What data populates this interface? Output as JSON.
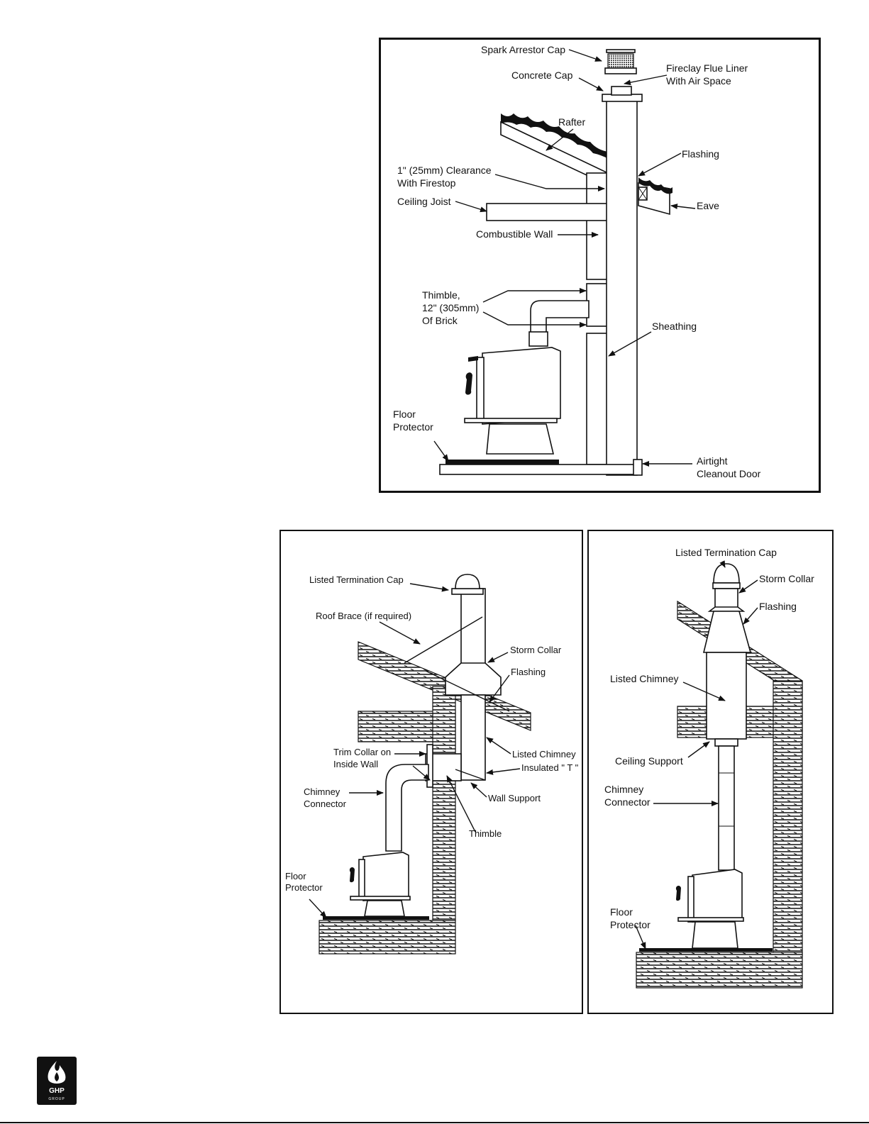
{
  "top_diagram": {
    "labels": {
      "spark_arrestor_cap": "Spark Arrestor Cap",
      "concrete_cap": "Concrete Cap",
      "fireclay_line1": "Fireclay Flue Liner",
      "fireclay_line2": "With Air Space",
      "rafter": "Rafter",
      "flashing": "Flashing",
      "clearance_line1": "1\" (25mm) Clearance",
      "clearance_line2": "With Firestop",
      "ceiling_joist": "Ceiling Joist",
      "eave": "Eave",
      "combustible_wall": "Combustible Wall",
      "thimble_line1": "Thimble,",
      "thimble_line2": "12\" (305mm)",
      "thimble_line3": "Of Brick",
      "sheathing": "Sheathing",
      "floor_line1": "Floor",
      "floor_line2": "Protector",
      "cleanout_line1": "Airtight",
      "cleanout_line2": "Cleanout Door"
    }
  },
  "left_diagram": {
    "labels": {
      "termination_cap": "Listed Termination Cap",
      "roof_brace": "Roof Brace (if required)",
      "storm_collar": "Storm Collar",
      "flashing": "Flashing",
      "trim_line1": "Trim Collar on",
      "trim_line2": "Inside Wall",
      "listed_chimney": "Listed Chimney",
      "insulated_t": "Insulated \" T \"",
      "connector_line1": "Chimney",
      "connector_line2": "Connector",
      "wall_support": "Wall Support",
      "thimble": "Thimble",
      "floor_line1": "Floor",
      "floor_line2": "Protector"
    }
  },
  "right_diagram": {
    "labels": {
      "termination_cap": "Listed Termination Cap",
      "storm_collar": "Storm Collar",
      "flashing": "Flashing",
      "listed_chimney": "Listed Chimney",
      "ceiling_support": "Ceiling Support",
      "connector_line1": "Chimney",
      "connector_line2": "Connector",
      "floor_line1": "Floor",
      "floor_line2": "Protector"
    }
  },
  "logo": {
    "brand": "GHP",
    "sub": "GROUP"
  }
}
